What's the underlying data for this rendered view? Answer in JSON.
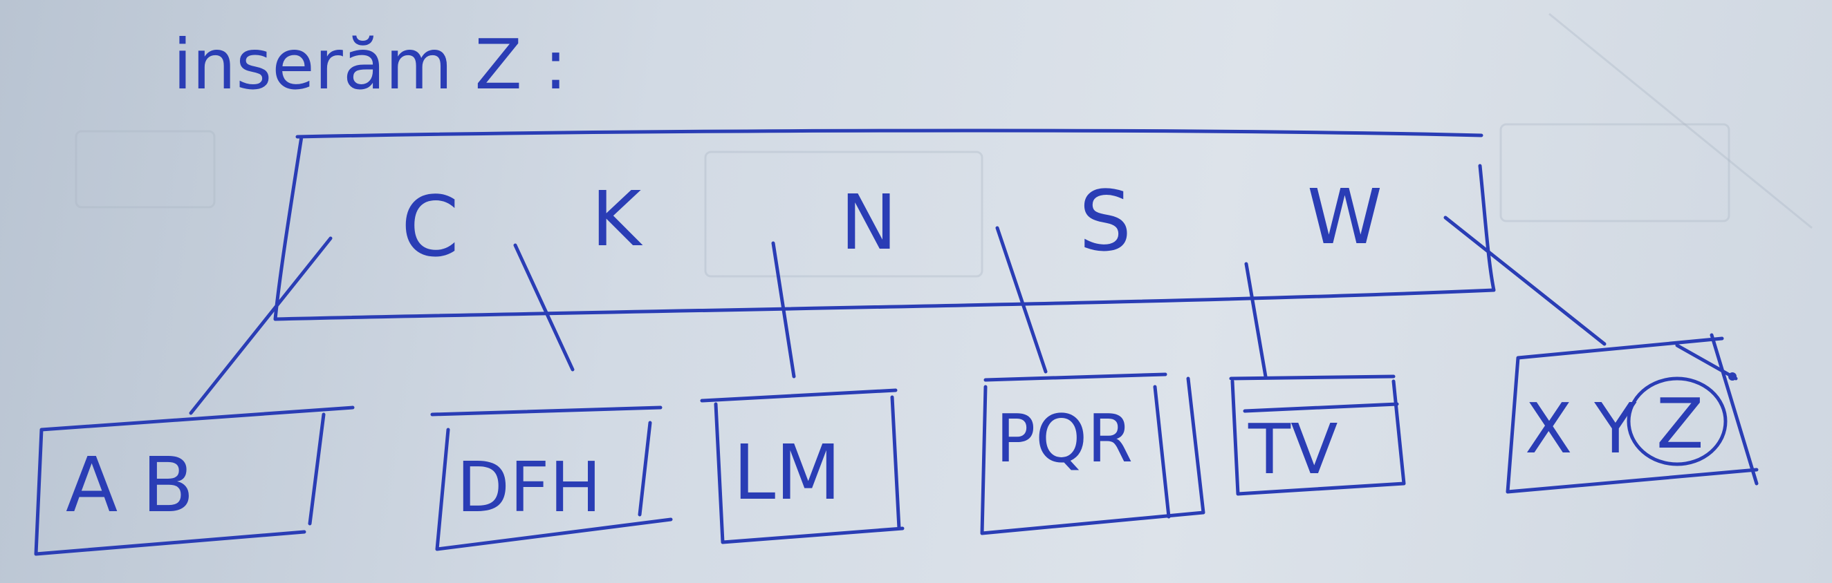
{
  "title": "inserăm Z :",
  "ink_color": "#2a3db5",
  "root": {
    "keys": [
      "C",
      "K",
      "N",
      "S",
      "W"
    ]
  },
  "leaves": [
    {
      "keys": "A B"
    },
    {
      "keys": "DFH"
    },
    {
      "keys": "LM"
    },
    {
      "keys": "PQR"
    },
    {
      "keys": "TV"
    },
    {
      "keys": "X Y"
    }
  ],
  "inserted_key": "Z"
}
